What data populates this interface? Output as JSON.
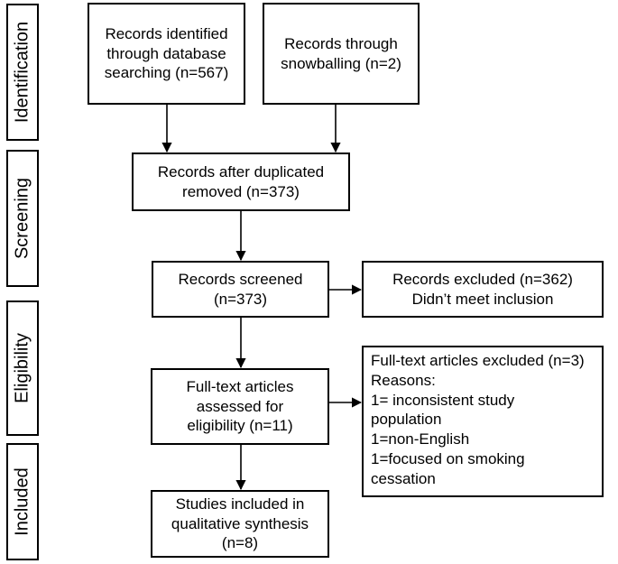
{
  "stages": {
    "identification": "Identification",
    "screening": "Screening",
    "eligibility": "Eligibility",
    "included": "Included"
  },
  "boxes": {
    "database": [
      "Records identified",
      "through database",
      "searching (n=567)"
    ],
    "snowballing": [
      "Records through",
      "snowballing (n=2)"
    ],
    "duplicates_removed": [
      "Records after duplicated",
      "removed (n=373)"
    ],
    "screened": [
      "Records screened",
      "(n=373)"
    ],
    "excluded": [
      "Records excluded (n=362)",
      "Didn’t meet inclusion"
    ],
    "fulltext": [
      "Full-text articles",
      "assessed for",
      "eligibility (n=11)"
    ],
    "fulltext_excluded": [
      "Full-text articles excluded (n=3)",
      "Reasons:",
      "1= inconsistent study",
      "population",
      "1=non-English",
      "1=focused on smoking",
      "cessation"
    ],
    "included": [
      "Studies included in",
      "qualitative synthesis",
      "(n=8)"
    ]
  }
}
